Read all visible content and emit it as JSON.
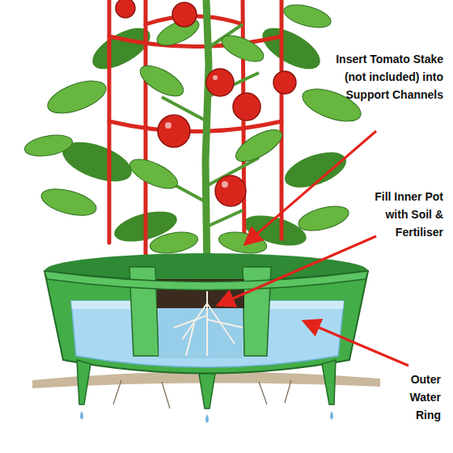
{
  "diagram": {
    "labels": [
      "Insert Tomato Stake (not included) into Support Channels",
      "Fill Inner Pot with Soil & Fertiliser",
      "Outer Water Ring"
    ]
  }
}
